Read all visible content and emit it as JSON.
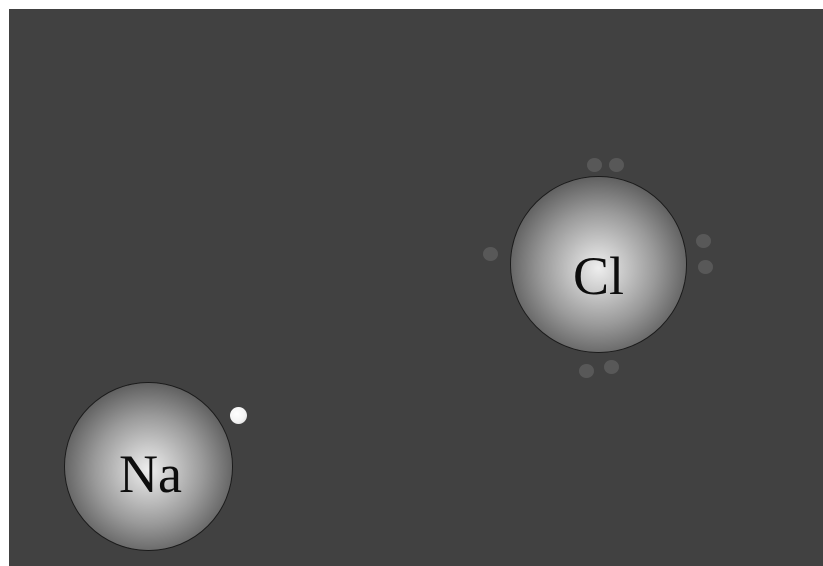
{
  "diagram": {
    "background_color": "#414141",
    "atoms": [
      {
        "symbol": "Na",
        "valence_electrons": 1,
        "gradient": {
          "center": "#eeeeee",
          "mid": "#9a9a9a",
          "edge": "#2a2a2a"
        }
      },
      {
        "symbol": "Cl",
        "valence_electrons": 7,
        "gradient": {
          "center": "#eeeeee",
          "mid": "#9a9a9a",
          "edge": "#2a2a2a"
        }
      }
    ],
    "electron_colors": {
      "na_valence": "#f4f4f4",
      "cl_valence": "#585858"
    }
  }
}
